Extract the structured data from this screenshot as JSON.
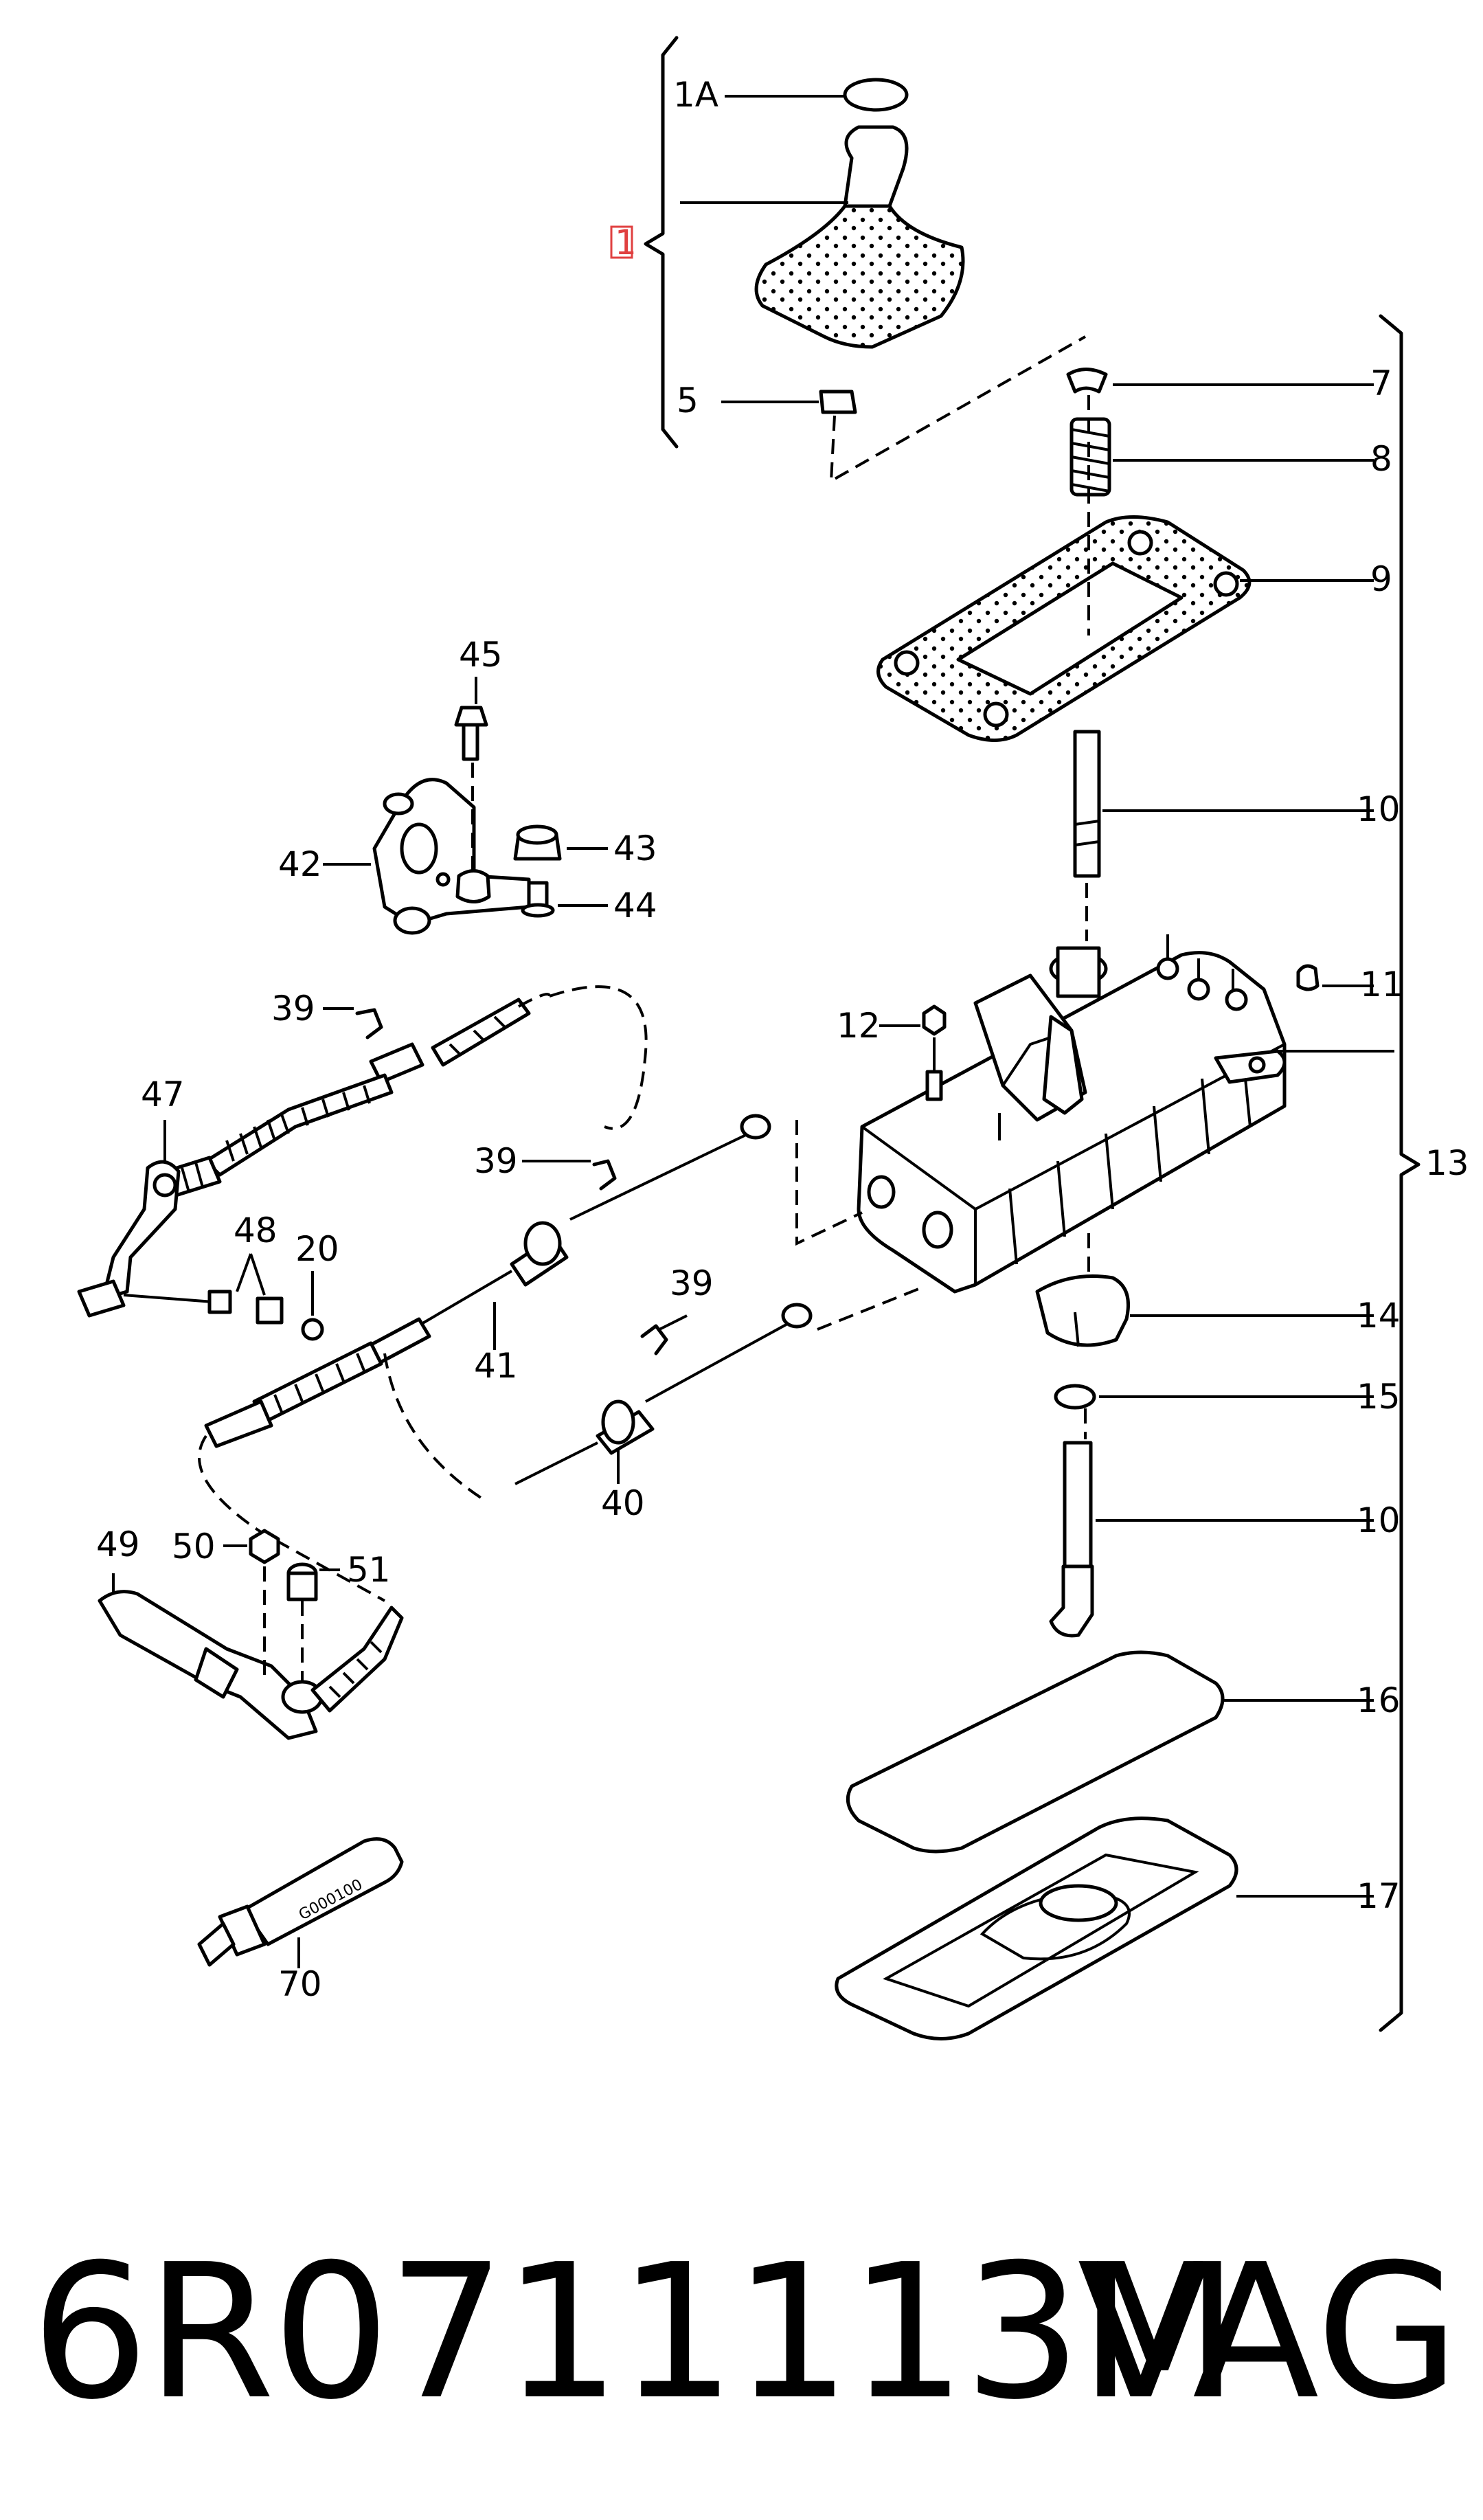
{
  "diagram": {
    "callouts": {
      "c1A": "1A",
      "c1": "1",
      "c5": "5",
      "c7": "7",
      "c8": "8",
      "c9": "9",
      "c10a": "10",
      "c10b": "10",
      "c11": "11",
      "c12": "12",
      "c13": "13",
      "c14": "14",
      "c15": "15",
      "c16": "16",
      "c17": "17",
      "c20": "20",
      "c39a": "39",
      "c39b": "39",
      "c39c": "39",
      "c40": "40",
      "c41": "41",
      "c42": "42",
      "c43": "43",
      "c44": "44",
      "c45": "45",
      "c47": "47",
      "c48": "48",
      "c49": "49",
      "c50": "50",
      "c51": "51",
      "c70": "70"
    },
    "tube_print": "G000100",
    "highlight_color": "#e04040"
  },
  "footer": {
    "part_number": "6R0711113M",
    "brand": "VAG"
  }
}
